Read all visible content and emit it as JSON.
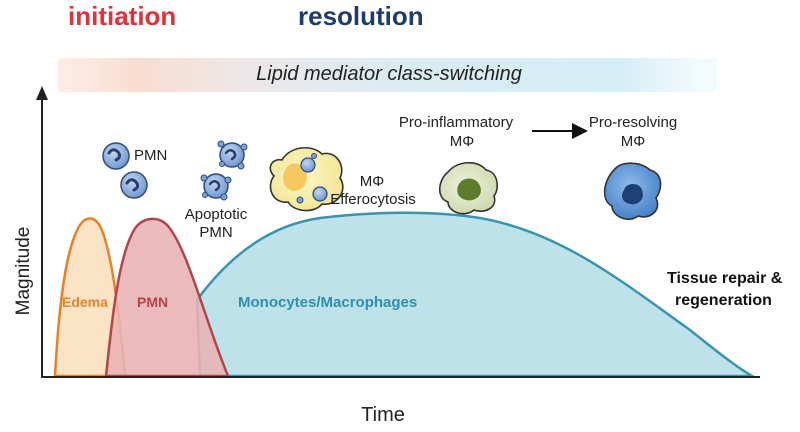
{
  "header": {
    "initiation": "initiation",
    "resolution": "resolution",
    "banner": "Lipid mediator class-switching"
  },
  "axes": {
    "ylabel": "Magnitude",
    "xlabel": "Time"
  },
  "curves": {
    "edema": "Edema",
    "pmn": "PMN",
    "monocytes": "Monocytes/Macrophages"
  },
  "cell_labels": {
    "pmn": "PMN",
    "apoptotic_line1": "Apoptotic",
    "apoptotic_line2": "PMN",
    "efferocytosis_line1": "MΦ",
    "efferocytosis_line2": "Efferocytosis",
    "proinflam_line1": "Pro-inflammatory",
    "proinflam_line2": "MΦ",
    "proresolving_line1": "Pro-resolving",
    "proresolving_line2": "MΦ"
  },
  "outcome": {
    "line1": "Tissue repair &",
    "line2": "regeneration"
  },
  "colors": {
    "initiation": "#e0323c",
    "resolution": "#1f3d6b",
    "edema": "#e8822a",
    "pmn_curve": "#b0464c",
    "pmn_fill": "#e9b3b4",
    "monocyte_fill": "#bde2ea",
    "monocyte_stroke": "#3a94b0",
    "monocyte_text": "#2e8fb0"
  }
}
